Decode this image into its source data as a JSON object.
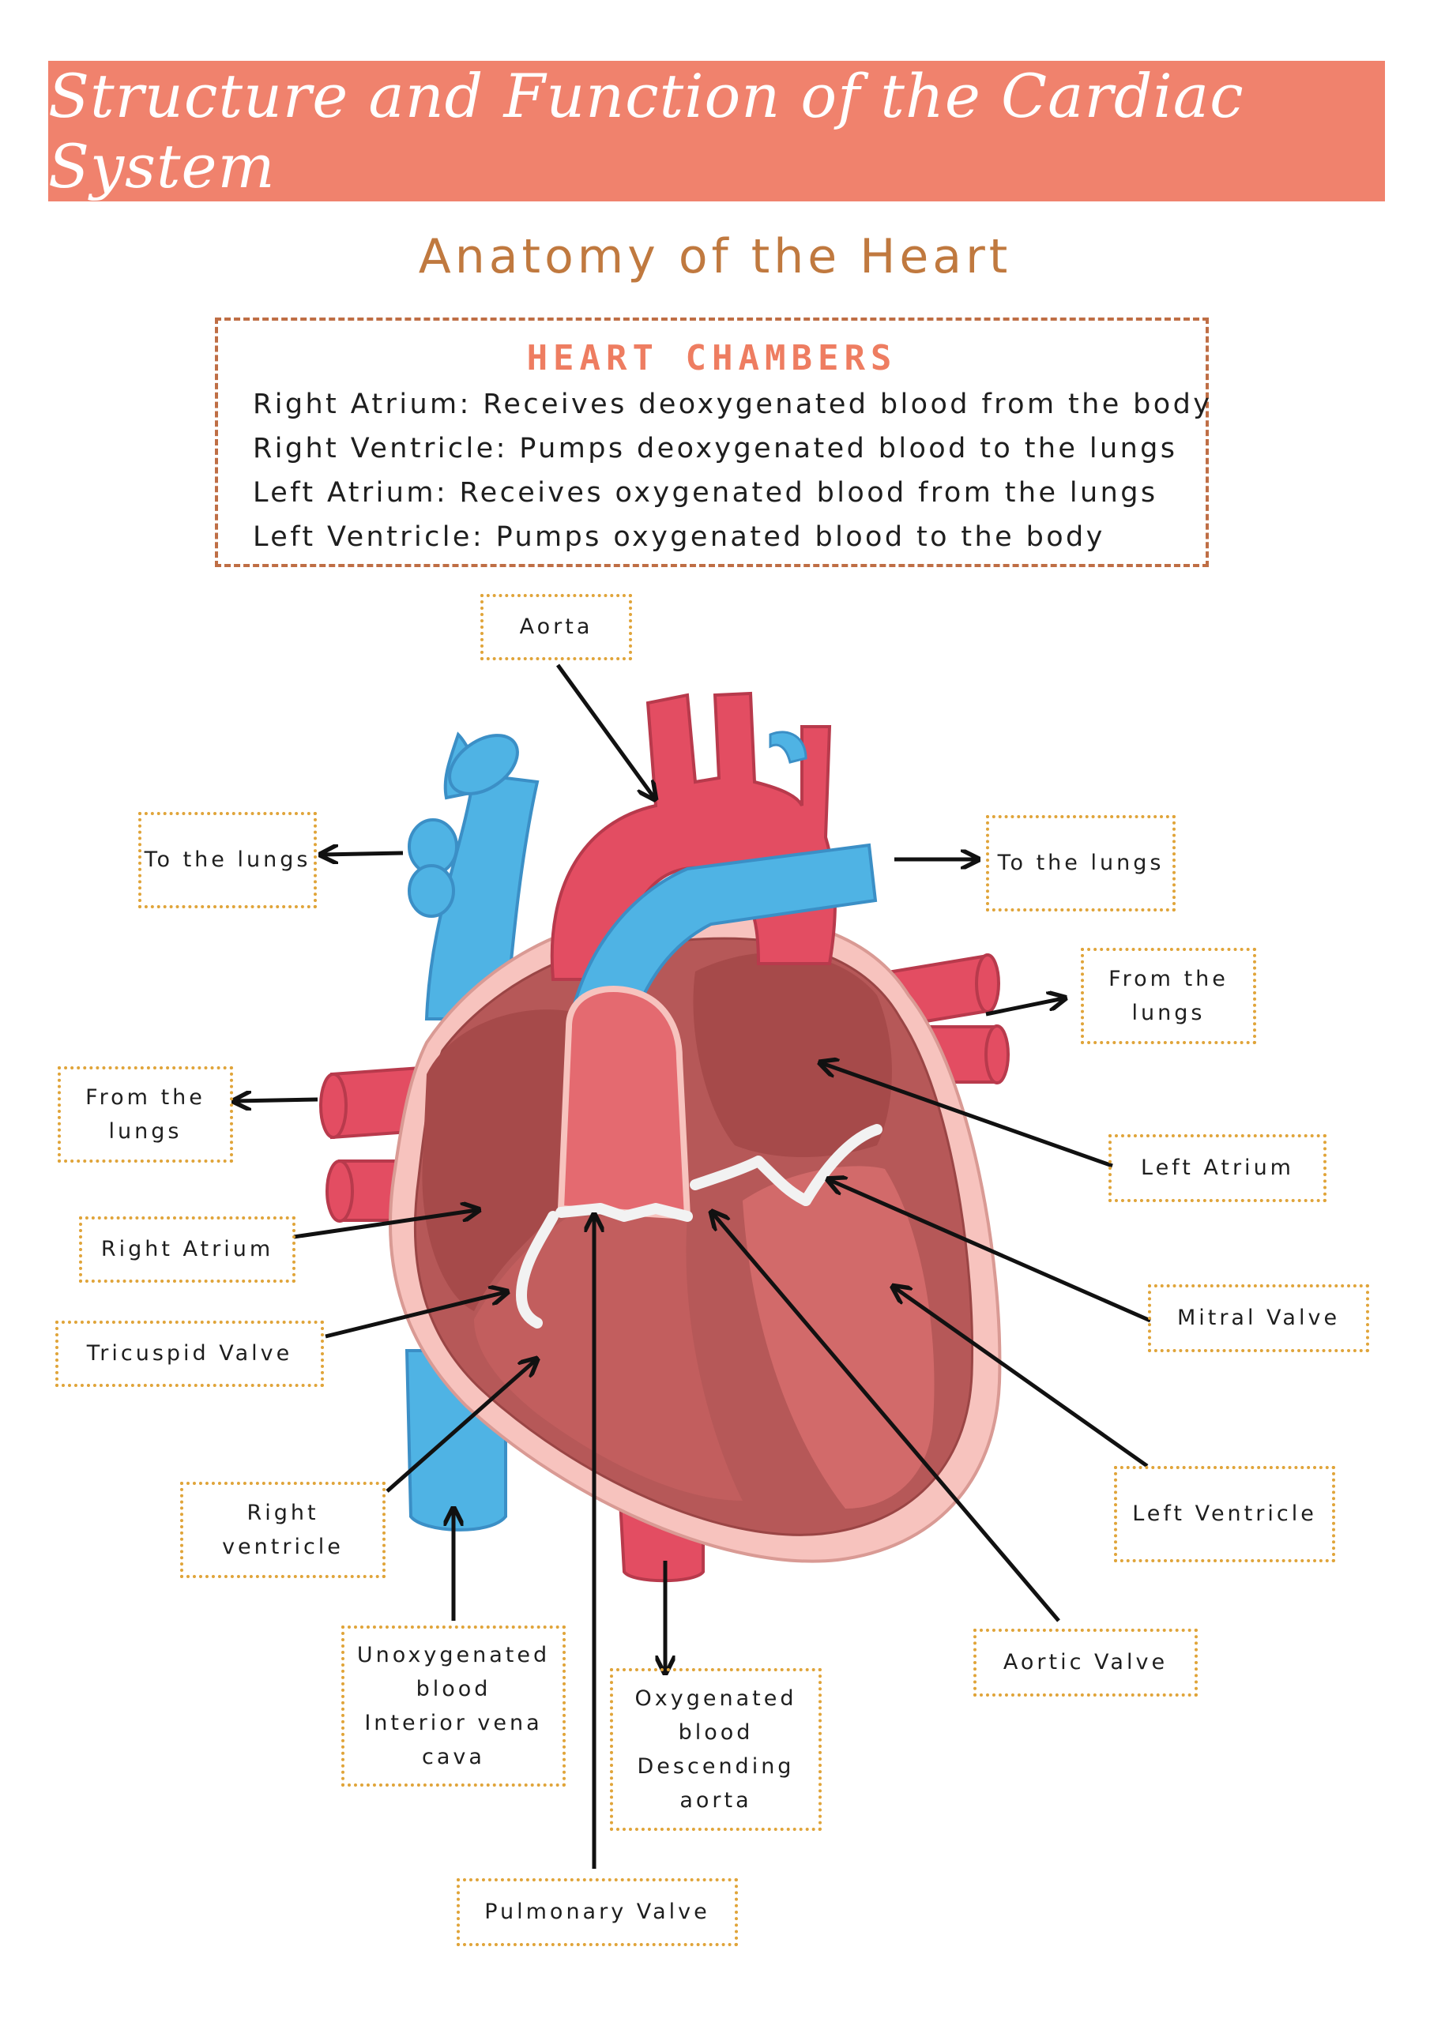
{
  "header": {
    "title": "Structure and Function of the Cardiac System",
    "subtitle": "Anatomy of the Heart"
  },
  "chambers": {
    "heading": "HEART CHAMBERS",
    "lines": [
      "Right Atrium: Receives deoxygenated blood from the body",
      "Right Ventricle: Pumps deoxygenated blood to the lungs",
      "Left Atrium: Receives oxygenated blood from the lungs",
      "Left Ventricle: Pumps oxygenated blood to the body"
    ]
  },
  "labels": {
    "aorta": "Aorta",
    "to_lungs_left": "To the lungs",
    "to_lungs_right": "To the lungs",
    "from_lungs_right_1": "From the",
    "from_lungs_right_2": "lungs",
    "from_lungs_left_1": "From the",
    "from_lungs_left_2": "lungs",
    "left_atrium": "Left Atrium",
    "right_atrium": "Right Atrium",
    "mitral_valve": "Mitral Valve",
    "tricuspid_valve": "Tricuspid Valve",
    "right_ventricle_1": "Right",
    "right_ventricle_2": "ventricle",
    "left_ventricle": "Left Ventricle",
    "unoxygenated_1": "Unoxygenated",
    "unoxygenated_2": "blood",
    "unoxygenated_3": "Interior vena",
    "unoxygenated_4": "cava",
    "oxygenated_1": "Oxygenated",
    "oxygenated_2": "blood",
    "oxygenated_3": "Descending",
    "oxygenated_4": "aorta",
    "aortic_valve": "Aortic Valve",
    "pulmonary_valve": "Pulmonary Valve"
  },
  "colors": {
    "banner": "#f0826d",
    "subtitle": "#c0793f",
    "chambers_heading": "#ee7d61",
    "chambers_border": "#bf6e45",
    "label_border": "#e0a439",
    "vessel_blue": "#4fb3e4",
    "vessel_red": "#e34d62",
    "muscle": "#b65858"
  }
}
